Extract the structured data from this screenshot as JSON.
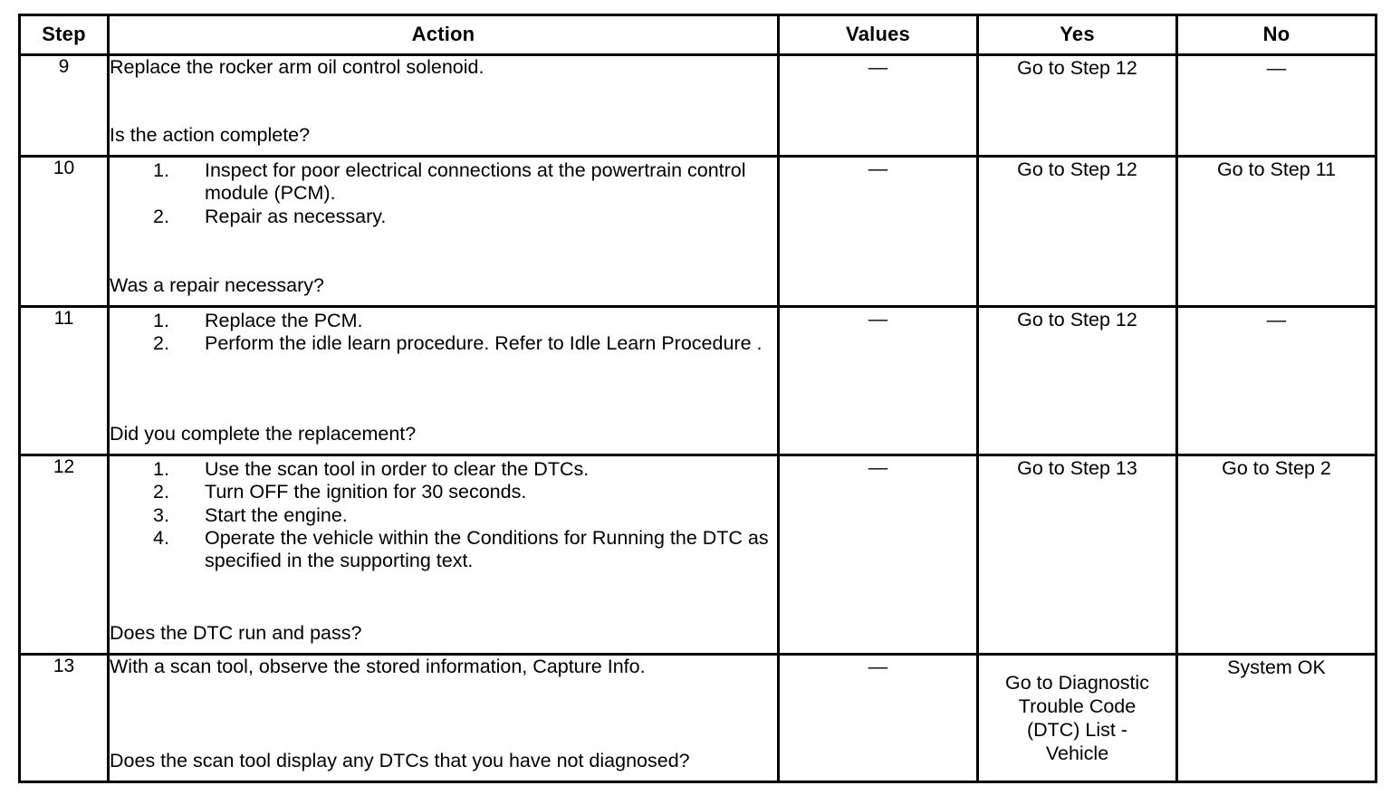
{
  "table": {
    "headers": {
      "step": "Step",
      "action": "Action",
      "values": "Values",
      "yes": "Yes",
      "no": "No"
    },
    "rows": [
      {
        "step": "9",
        "lead": "Replace the rocker arm oil control solenoid.",
        "list": [],
        "question": "Is the action complete?",
        "values": "—",
        "yes": "Go to Step 12",
        "no": "—",
        "yes_multiline": false
      },
      {
        "step": "10",
        "lead": "",
        "list": [
          {
            "num": "1.",
            "text": "Inspect for poor electrical connections at the powertrain control module (PCM)."
          },
          {
            "num": "2.",
            "text": "Repair as necessary."
          }
        ],
        "question": "Was a repair necessary?",
        "values": "—",
        "yes": "Go to Step 12",
        "no": "Go to Step 11",
        "yes_multiline": false
      },
      {
        "step": "11",
        "lead": "",
        "list": [
          {
            "num": "1.",
            "text": "Replace the PCM."
          },
          {
            "num": "2.",
            "text": "Perform the idle learn procedure. Refer to Idle Learn Procedure ."
          }
        ],
        "question": "Did you complete the replacement?",
        "values": "—",
        "yes": "Go to Step 12",
        "no": "—",
        "yes_multiline": false
      },
      {
        "step": "12",
        "lead": "",
        "list": [
          {
            "num": "1.",
            "text": "Use the scan tool in order to clear the DTCs."
          },
          {
            "num": "2.",
            "text": "Turn OFF the ignition for 30 seconds."
          },
          {
            "num": "3.",
            "text": "Start the engine."
          },
          {
            "num": "4.",
            "text": "Operate the vehicle within the Conditions for Running the DTC as specified in the supporting text."
          }
        ],
        "question": "Does the DTC run and pass?",
        "values": "—",
        "yes": "Go to Step 13",
        "no": "Go to Step 2",
        "yes_multiline": false
      },
      {
        "step": "13",
        "lead": "With a scan tool, observe the stored information, Capture Info.",
        "list": [],
        "question": "Does the scan tool display any DTCs that you have not diagnosed?",
        "values": "—",
        "yes": "Go to Diagnostic\nTrouble Code\n(DTC) List -\nVehicle",
        "no": "System OK",
        "yes_multiline": true
      }
    ]
  }
}
